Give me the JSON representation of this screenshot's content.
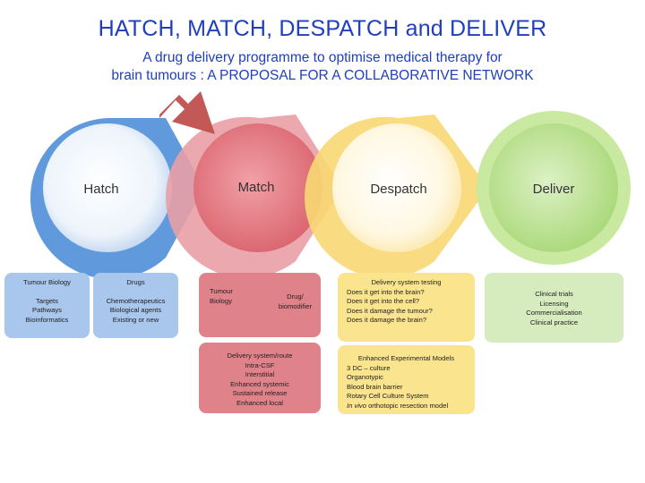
{
  "title": "HATCH, MATCH, DESPATCH and DELIVER",
  "subtitle_line1": "A drug delivery programme to optimise medical therapy for",
  "subtitle_line2": "brain tumours : A PROPOSAL FOR A COLLABORATIVE NETWORK",
  "stages": {
    "hatch": "Hatch",
    "match": "Match",
    "despatch": "Despatch",
    "deliver": "Deliver"
  },
  "colors": {
    "hatch": "#5b9be0",
    "match": "#e07880",
    "despatch": "#f7d56a",
    "deliver": "#a9d97a",
    "arrow": "#c0504d"
  },
  "hatch_boxes": {
    "tumour_biology": {
      "heading": "Tumour Biology",
      "lines": [
        "Targets",
        "Pathways",
        "Bioinformatics"
      ]
    },
    "drugs": {
      "heading": "Drugs",
      "lines": [
        "Chemotherapeutics",
        "Biological agents",
        "Existing or new"
      ]
    }
  },
  "match_boxes": {
    "top": {
      "left": [
        "Tumour",
        "Biology"
      ],
      "right": [
        "Drug/",
        "biomodifier"
      ]
    },
    "delivery": {
      "lines": [
        "Delivery system/route",
        "Intra-CSF",
        "Interstitial",
        "Enhanced systemic",
        "Sustained release",
        "Enhanced local"
      ]
    }
  },
  "despatch_boxes": {
    "testing": {
      "heading": "Delivery system testing",
      "lines": [
        "Does it get into the brain?",
        "Does it get into the cell?",
        "Does it damage the tumour?",
        "Does it damage the brain?"
      ]
    },
    "models": {
      "heading": "Enhanced Experimental Models",
      "lines": [
        "3 DC – culture",
        "Organotypic",
        "Blood brain barrier",
        "Rotary Cell Culture System"
      ],
      "last_italic": "In vivo",
      "last_rest": " orthotopic resection model"
    }
  },
  "deliver_box": {
    "lines": [
      "Clinical trials",
      "Licensing",
      "Commercialisation",
      "Clinical practice"
    ]
  }
}
